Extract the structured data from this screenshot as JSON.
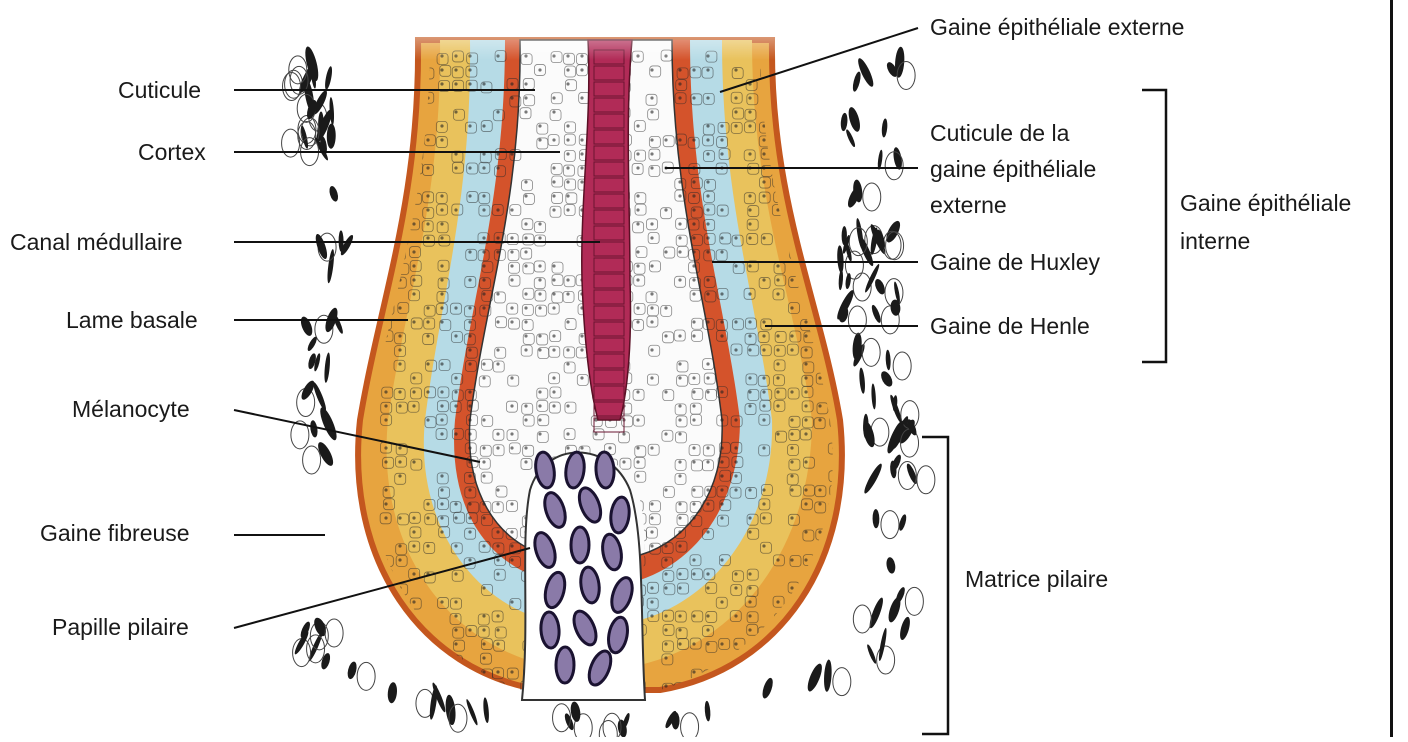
{
  "labels": {
    "cuticule": "Cuticule",
    "cortex": "Cortex",
    "canal_medullaire": "Canal médullaire",
    "lame_basale": "Lame basale",
    "melanocyte": "Mélanocyte",
    "gaine_fibreuse": "Gaine fibreuse",
    "papille_pilaire": "Papille pilaire",
    "gaine_epitheliale_externe": "Gaine épithéliale externe",
    "cuticule_gaine_line1": "Cuticule de la",
    "cuticule_gaine_line2": "gaine épithéliale",
    "cuticule_gaine_line3": "externe",
    "gaine_huxley": "Gaine de Huxley",
    "gaine_henle": "Gaine de Henle",
    "gaine_interne_line1": "Gaine épithéliale",
    "gaine_interne_line2": "interne",
    "matrice_pilaire": "Matrice pilaire"
  },
  "colors": {
    "outer_sheath": "#e0a94a",
    "henle": "#e8c35a",
    "huxley": "#a8d6e6",
    "cuticle_red": "#d4502a",
    "medulla": "#b02a55",
    "papilla": "#8a7aa8",
    "cell_outline": "#2a2a2a",
    "fibrous_nuclei": "#1a1a1a"
  }
}
